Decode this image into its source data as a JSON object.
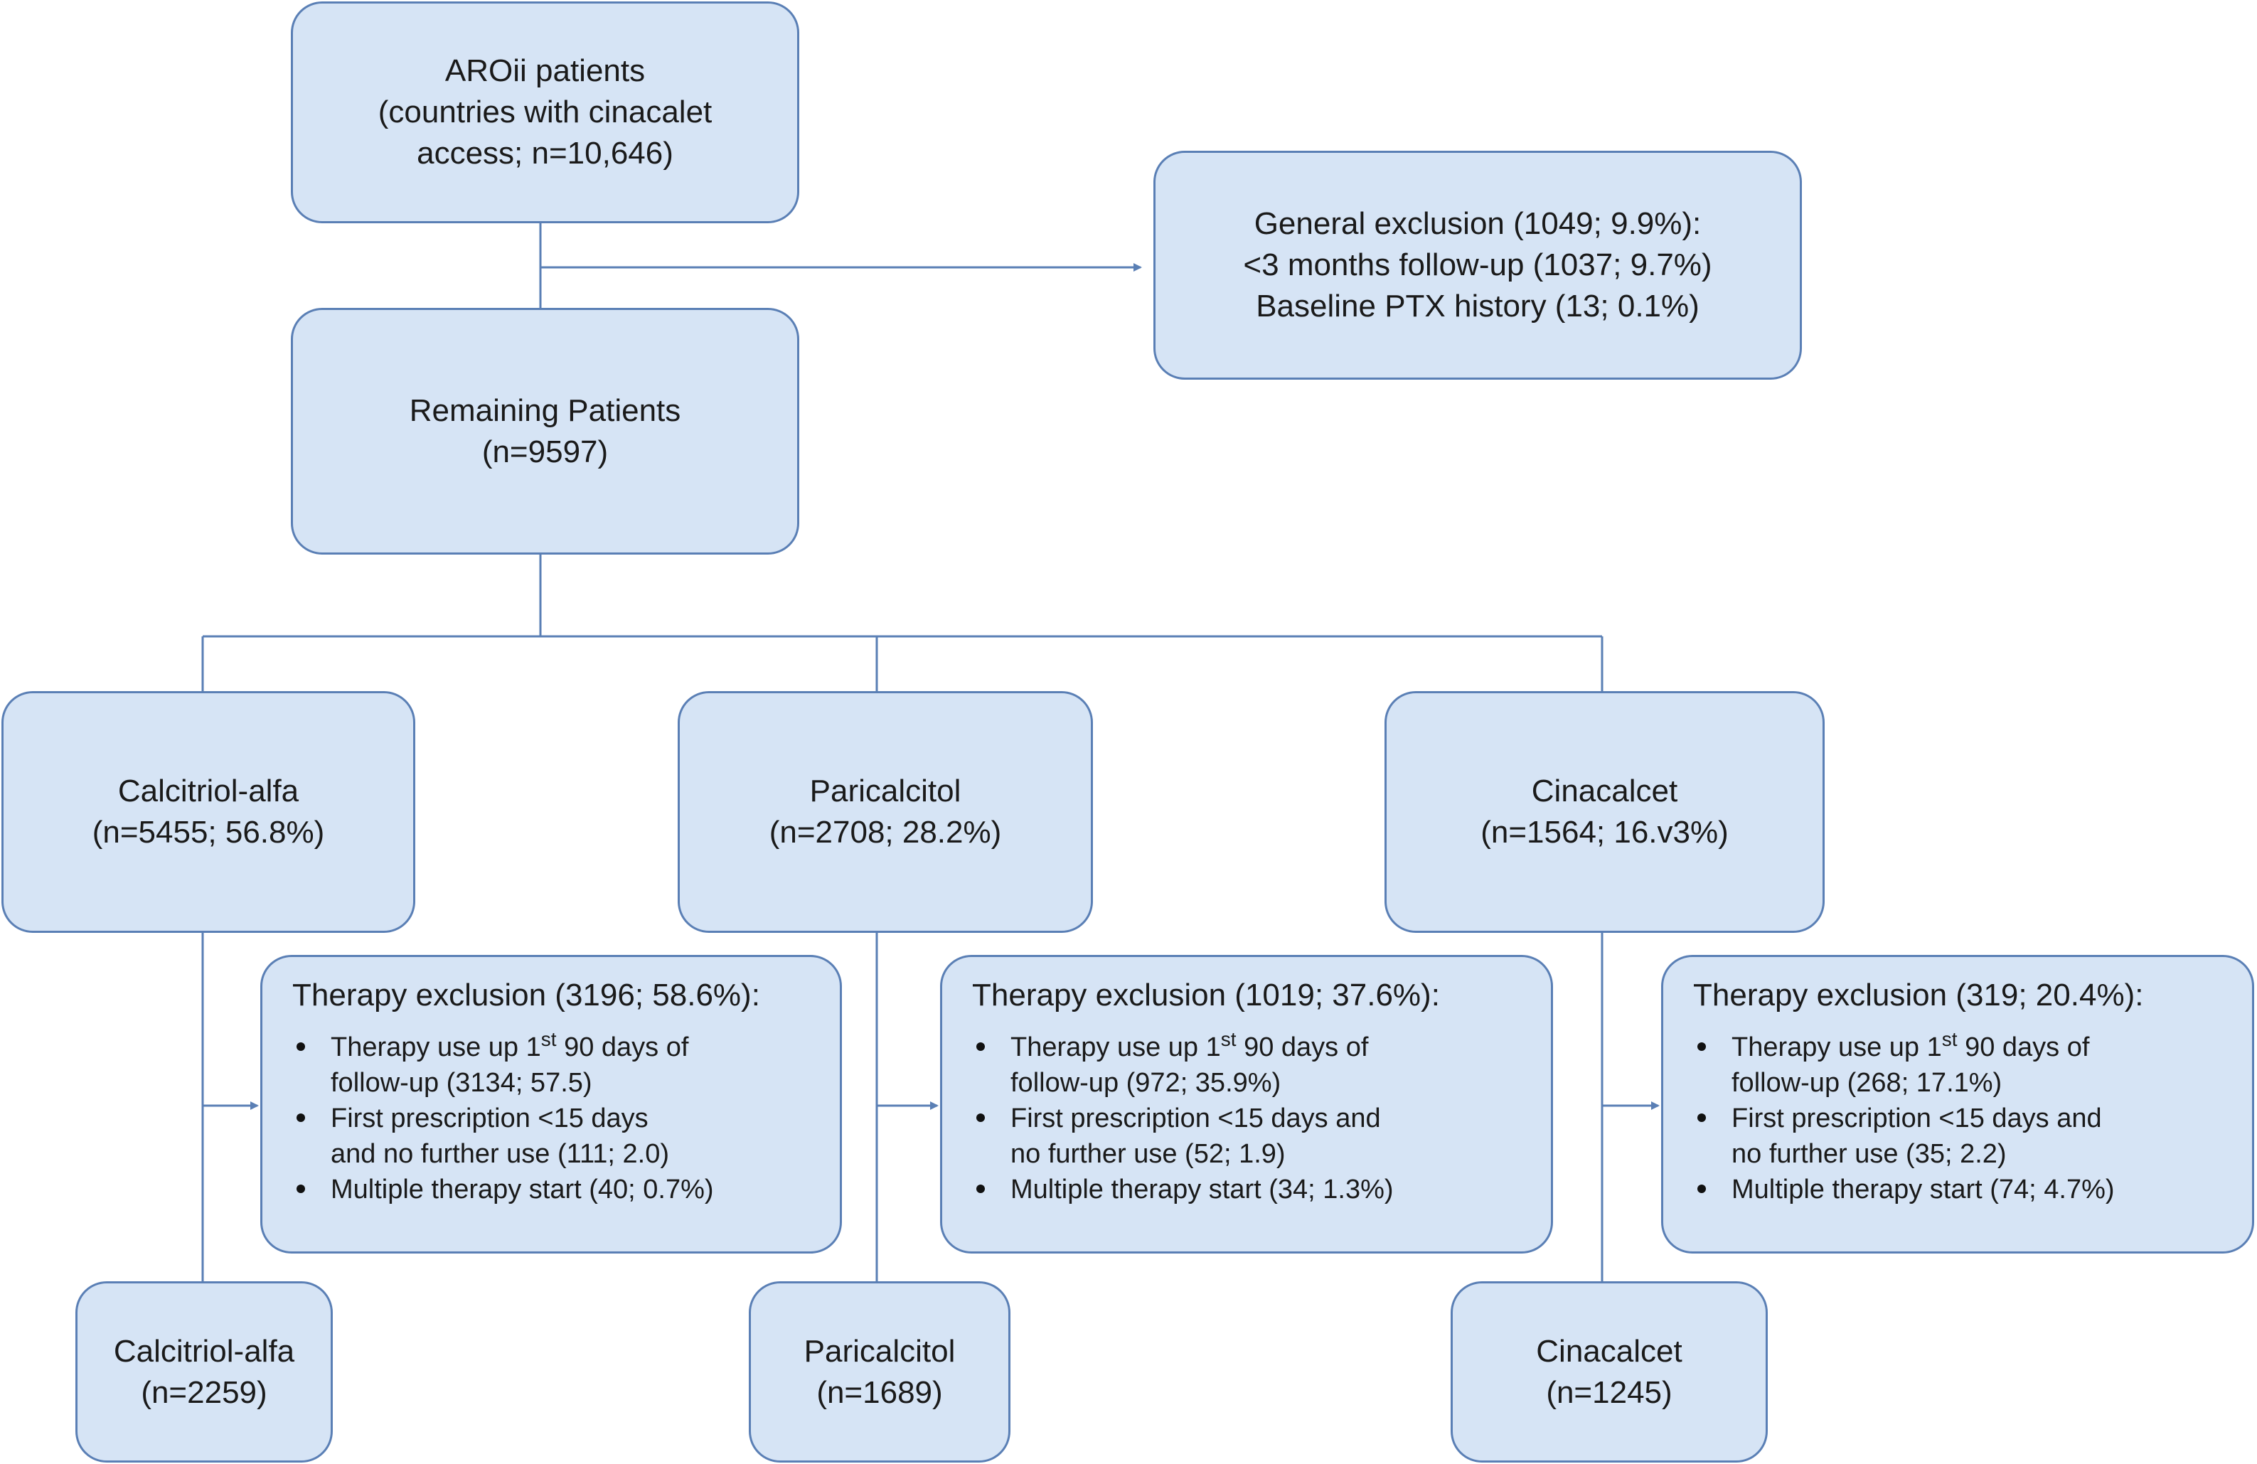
{
  "colors": {
    "box_fill": "#d6e4f5",
    "box_border": "#5a7fb5",
    "connector": "#5a7fb5",
    "text": "#1a1a1a"
  },
  "top": {
    "lines": [
      "AROii patients",
      "(countries with cinacalet",
      "access; n=10,646)"
    ]
  },
  "general_exclusion": {
    "lines": [
      "General exclusion (1049; 9.9%):",
      "<3 months follow-up (1037; 9.7%)",
      "Baseline PTX history (13; 0.1%)"
    ]
  },
  "remaining": {
    "lines": [
      "Remaining Patients",
      "(n=9597)"
    ]
  },
  "groups": [
    {
      "lines": [
        "Calcitriol-alfa",
        "(n=5455; 56.8%)"
      ],
      "exclusion": {
        "title": "Therapy exclusion (3196; 58.6%):",
        "items": [
          {
            "lines": [
              "Therapy use  up 1",
              "st",
              " 90 days of",
              "follow-up (3134; 57.5)"
            ]
          },
          {
            "lines": [
              "First prescription <15 days",
              "and no further use (111; 2.0)"
            ]
          },
          {
            "lines": [
              "Multiple therapy start (40; 0.7%)"
            ]
          }
        ]
      },
      "final": {
        "lines": [
          "Calcitriol-alfa",
          "(n=2259)"
        ]
      }
    },
    {
      "lines": [
        "Paricalcitol",
        "(n=2708; 28.2%)"
      ],
      "exclusion": {
        "title": "Therapy exclusion (1019; 37.6%):",
        "items": [
          {
            "lines": [
              "Therapy use  up 1",
              "st",
              " 90 days of",
              "follow-up (972; 35.9%)"
            ]
          },
          {
            "lines": [
              "First prescription <15 days and",
              "no further use (52; 1.9)"
            ]
          },
          {
            "lines": [
              "Multiple therapy start (34; 1.3%)"
            ]
          }
        ]
      },
      "final": {
        "lines": [
          "Paricalcitol",
          "(n=1689)"
        ]
      }
    },
    {
      "lines": [
        "Cinacalcet",
        "(n=1564; 16.v3%)"
      ],
      "exclusion": {
        "title": "Therapy exclusion (319; 20.4%):",
        "items": [
          {
            "lines": [
              "Therapy use  up 1",
              "st",
              " 90 days of",
              "follow-up (268; 17.1%)"
            ]
          },
          {
            "lines": [
              "First prescription <15 days and",
              "no further use (35; 2.2)"
            ]
          },
          {
            "lines": [
              "Multiple therapy start (74; 4.7%)"
            ]
          }
        ]
      },
      "final": {
        "lines": [
          "Cinacalcet",
          "(n=1245)"
        ]
      }
    }
  ]
}
